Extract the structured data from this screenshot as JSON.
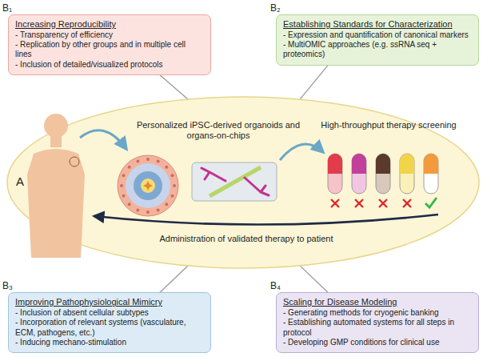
{
  "diagram": {
    "nodes": [
      {
        "text": [
          "B₁",
          "Increasing Reproducibility",
          "- Transparency of efficiency",
          "- Replication by other groups and in multiple cell lines",
          "- Inclusion of detailed/visualized protocols"
        ]
      },
      {
        "text": [
          "B₂",
          "Establishing Standards for Characterization",
          "- Expression and quantification of canonical markers",
          "- MultiOMIC approaches (e.g. ssRNA seq + proteomics)"
        ]
      },
      {
        "text": [
          "A",
          "Personalized iPSC-derived organoids and organs-on-chips",
          "High-throughput therapy screening",
          "Administration of validated therapy to patient"
        ]
      },
      {
        "text": [
          "B₃",
          "Improving Pathophysiological Mimicry",
          "- Inclusion of absent cellular subtypes",
          "- Incorporation of relevant systems (vasculature, ECM, pathogens, etc.)",
          "- Inducing mechano-stimulation"
        ]
      },
      {
        "text": [
          "B₄",
          "Scaling for Disease Modeling",
          "- Generating methods for cryogenic banking",
          "- Establishing automated systems for all steps in protocol",
          "- Developing GMP conditions for clinical use"
        ]
      }
    ],
    "edges": [
      {
        "from": 0,
        "to": 2,
        "arrow": "none"
      },
      {
        "from": 1,
        "to": 2,
        "arrow": "none"
      },
      {
        "from": 3,
        "to": 2,
        "arrow": "none"
      },
      {
        "from": 4,
        "to": 2,
        "arrow": "none"
      }
    ]
  }
}
